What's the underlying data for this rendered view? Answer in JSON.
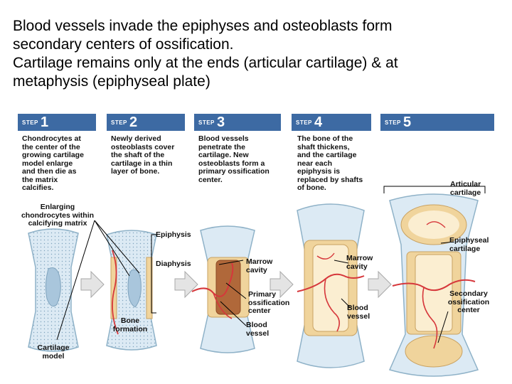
{
  "title_lines": [
    "Blood vessels invade the epiphyses and osteoblasts form",
    "secondary centers of ossification.",
    "Cartilage remains only at the ends (articular cartilage) & at",
    "metaphysis (epiphyseal plate)"
  ],
  "steps": [
    {
      "word": "STEP",
      "number": "1",
      "text": [
        "Chondrocytes at",
        "the center of the",
        "growing cartilage",
        "model enlarge",
        "and then die as",
        "the matrix",
        "calcifies."
      ]
    },
    {
      "word": "STEP",
      "number": "2",
      "text": [
        "Newly derived",
        "osteoblasts cover",
        "the shaft of the",
        "cartilage in a thin",
        "layer of bone."
      ]
    },
    {
      "word": "STEP",
      "number": "3",
      "text": [
        "Blood vessels",
        "penetrate the",
        "cartilage. New",
        "osteoblasts form a",
        "primary ossification",
        "center."
      ]
    },
    {
      "word": "STEP",
      "number": "4",
      "text": [
        "The bone of the",
        "shaft thickens,",
        "and the cartilage",
        "near each",
        "epiphysis is",
        "replaced by shafts",
        "of bone."
      ]
    },
    {
      "word": "STEP",
      "number": "5",
      "text": []
    }
  ],
  "labels": {
    "enlarging": [
      "Enlarging",
      "chondrocytes within",
      "calcifying matrix"
    ],
    "epiphysis": "Epiphysis",
    "diaphysis": "Diaphysis",
    "bone_formation": [
      "Bone",
      "formation"
    ],
    "cartilage_model": [
      "Cartilage",
      "model"
    ],
    "marrow_cavity_3": [
      "Marrow",
      "cavity"
    ],
    "primary_center": [
      "Primary",
      "ossification",
      "center"
    ],
    "blood_vessel_3": [
      "Blood",
      "vessel"
    ],
    "marrow_cavity_4": [
      "Marrow",
      "cavity"
    ],
    "blood_vessel_4": [
      "Blood",
      "vessel"
    ],
    "articular": [
      "Articular",
      "cartilage"
    ],
    "epiphyseal": [
      "Epiphyseal",
      "cartilage"
    ],
    "secondary": [
      "Secondary",
      "ossification",
      "center"
    ]
  },
  "colors": {
    "step_header": "#3d6aa3",
    "cartilage": "#bcd9ea",
    "bone": "#f0d49c",
    "vessel": "#d6373b",
    "arrow": "#e4e4e4"
  }
}
